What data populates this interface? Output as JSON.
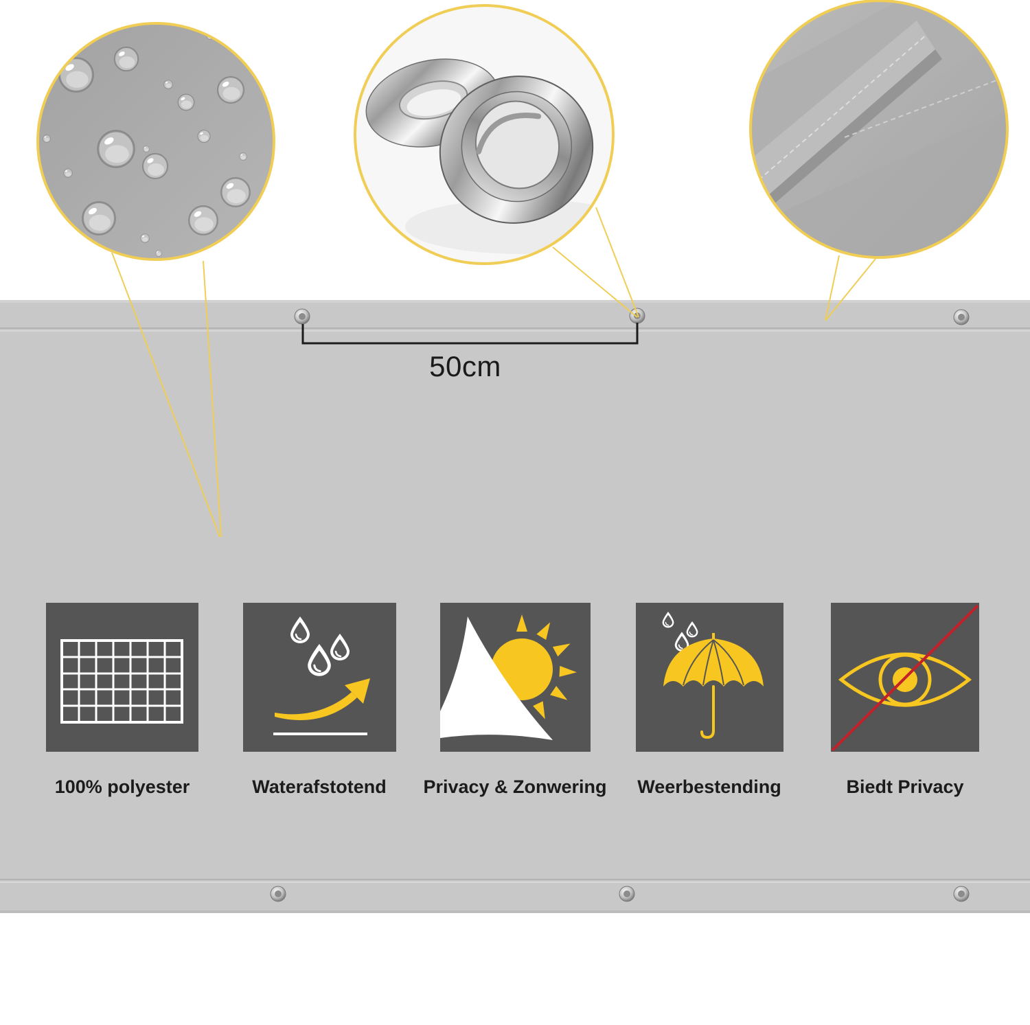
{
  "dimension": {
    "label": "50cm"
  },
  "features": [
    {
      "label": "100% polyester",
      "icon": "mesh-grid-icon"
    },
    {
      "label": "Waterafstotend",
      "icon": "water-repellent-icon"
    },
    {
      "label": "Privacy & Zonwering",
      "icon": "sail-sun-icon"
    },
    {
      "label": "Weerbestending",
      "icon": "umbrella-rain-icon"
    },
    {
      "label": "Biedt Privacy",
      "icon": "crossed-eye-icon"
    }
  ],
  "callouts": [
    {
      "icon": "water-droplets-detail-icon"
    },
    {
      "icon": "metal-grommet-detail-icon"
    },
    {
      "icon": "stitched-hem-detail-icon"
    }
  ],
  "colors": {
    "banner": "#c8c8c8",
    "tile": "#555555",
    "accent": "#f8c620",
    "callout": "#f0cd55",
    "strike": "#c4202a"
  }
}
